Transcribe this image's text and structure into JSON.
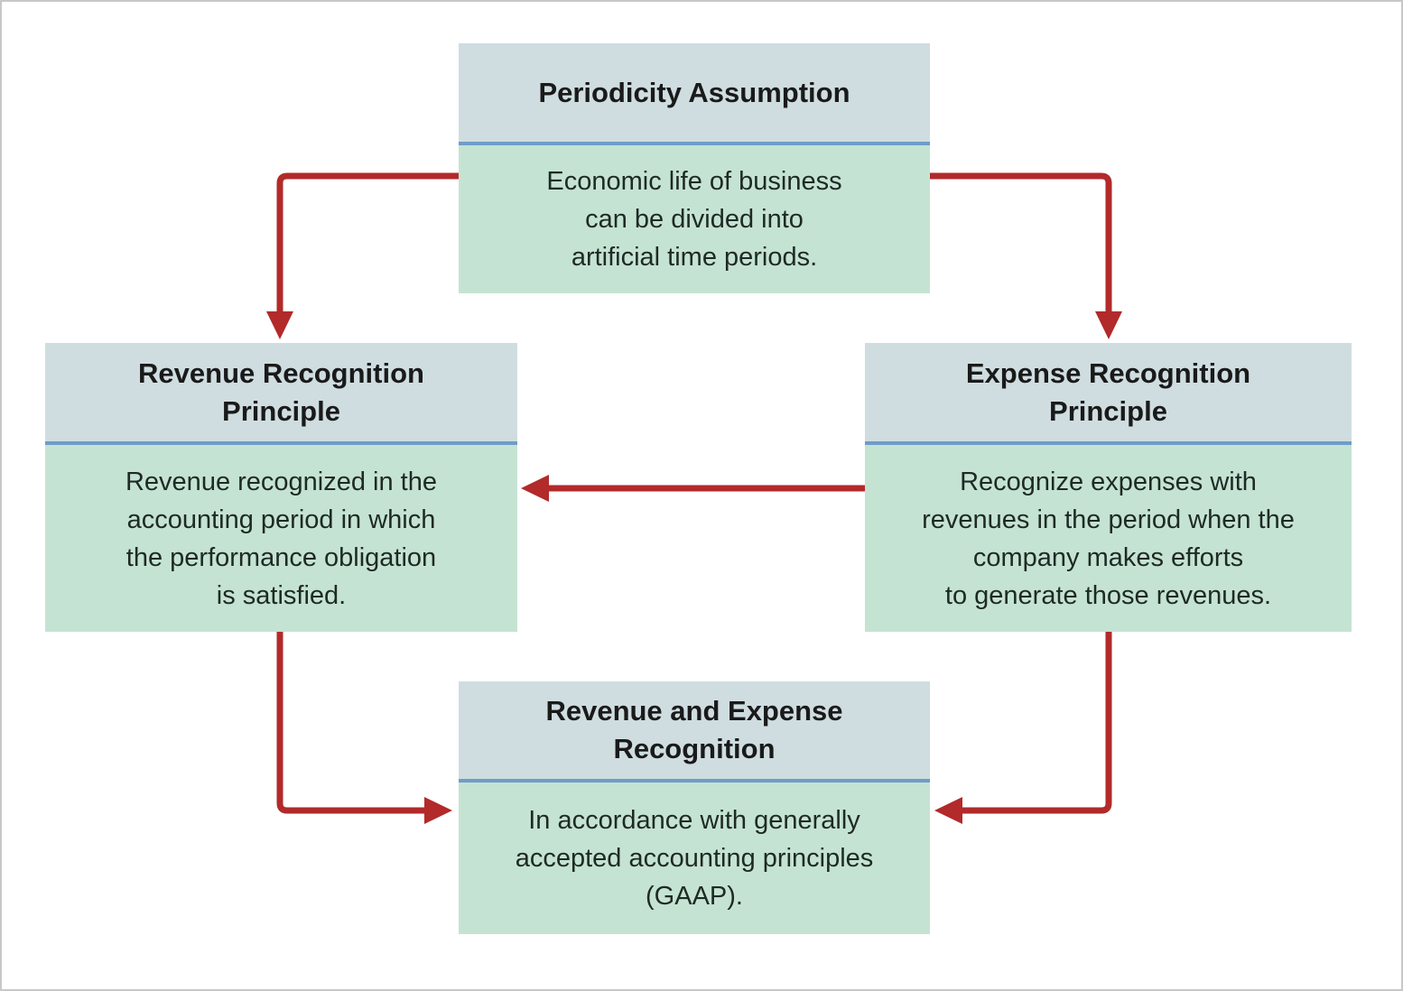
{
  "colors": {
    "header": "#cfdde0",
    "body": "#c5e3d3",
    "divider": "#6f9cc8",
    "arrow": "#b22a2a"
  },
  "boxes": {
    "periodicity": {
      "title": "Periodicity Assumption",
      "text": "Economic life of business\ncan be divided into\nartificial time periods."
    },
    "revenue": {
      "title": "Revenue Recognition\nPrinciple",
      "text": "Revenue recognized in the\naccounting period in which\nthe performance obligation\nis satisfied."
    },
    "expense": {
      "title": "Expense Recognition\nPrinciple",
      "text": "Recognize expenses with\nrevenues in the period when the\ncompany makes efforts\nto generate those revenues."
    },
    "combined": {
      "title": "Revenue and Expense\nRecognition",
      "text": "In accordance with generally\naccepted accounting principles\n(GAAP)."
    }
  }
}
